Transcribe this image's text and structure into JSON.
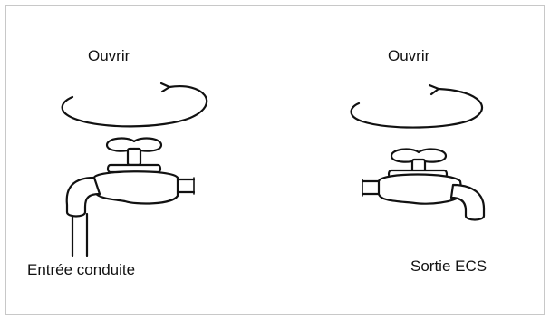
{
  "labels": {
    "open_left": "Ouvrir",
    "open_right": "Ouvrir",
    "inlet": "Entrée conduite",
    "outlet": "Sortie ECS"
  },
  "icons": {
    "left_arrow": "counterclockwise-arrow-icon",
    "right_arrow": "counterclockwise-arrow-icon",
    "left_valve": "faucet-valve-icon",
    "right_valve": "faucet-valve-icon"
  },
  "colors": {
    "stroke": "#111111",
    "frame_border": "#c8c8c8",
    "background": "#ffffff"
  }
}
